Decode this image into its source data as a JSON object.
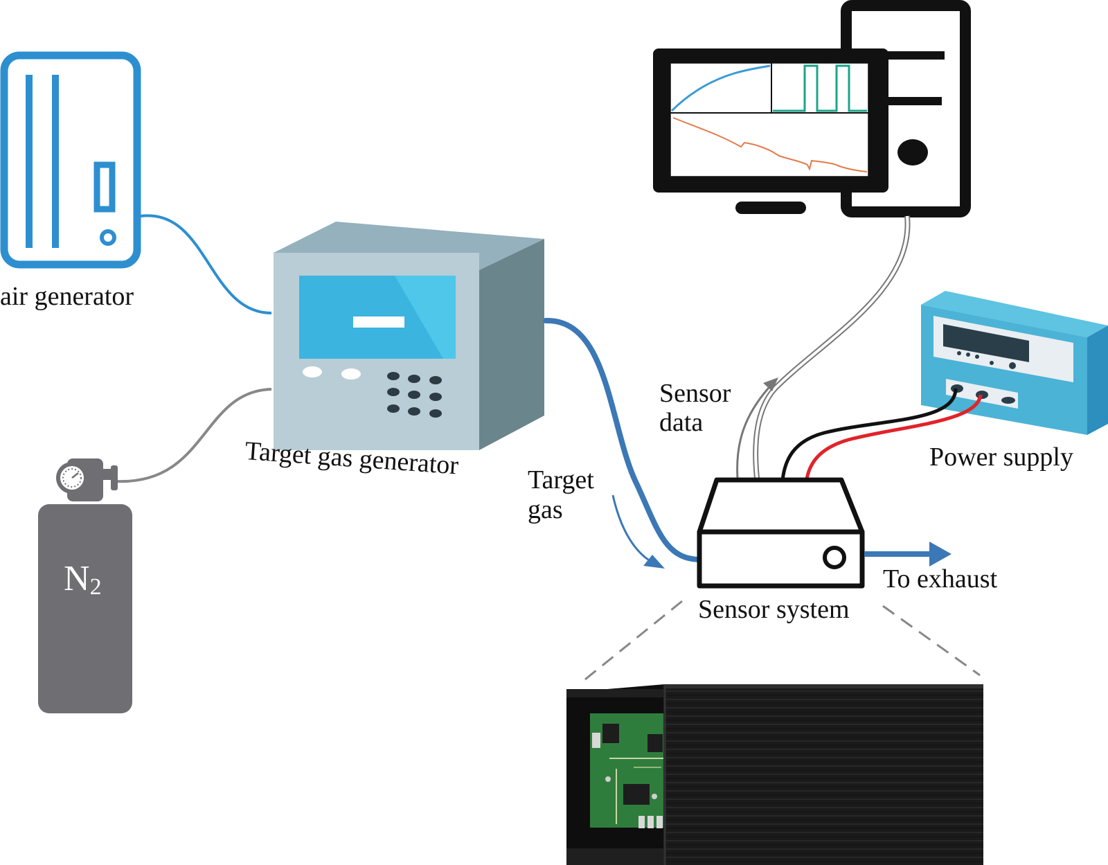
{
  "labels": {
    "air_generator": "air generator",
    "target_gas_generator": "Target gas generator",
    "n2_main": "N",
    "n2_sub": "2",
    "target_gas_line1": "Target",
    "target_gas_line2": "gas",
    "sensor_data_line1": "Sensor",
    "sensor_data_line2": "data",
    "power_supply": "Power supply",
    "to_exhaust": "To exhaust",
    "sensor_system": "Sensor system"
  },
  "colors": {
    "air_blue": "#2d8fd0",
    "gas_line_blue": "#3b78b5",
    "generator_front": "#b9cdd6",
    "generator_side": "#6b858d",
    "generator_top": "#94b1bd",
    "screen_blue": "#3bb4e0",
    "n2_gray": "#6f6f73",
    "psu_blue": "#4bb3d6",
    "psu_side": "#2d8fbe",
    "wire_black": "#111111",
    "wire_red": "#e0242a",
    "chart_blue": "#3a9bd6",
    "chart_teal": "#1aa58a",
    "chart_orange": "#e37b4a",
    "case_black": "#1a1a1a",
    "pcb_green": "#2f7d3c"
  }
}
